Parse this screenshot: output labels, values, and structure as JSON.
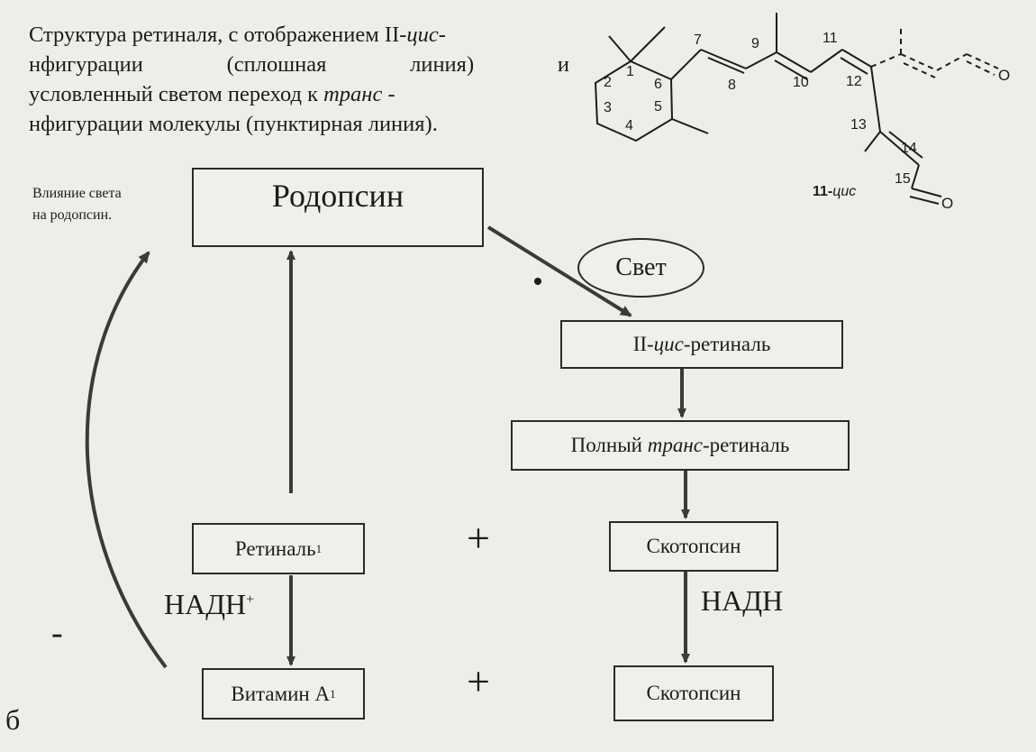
{
  "caption": {
    "line1_a": "Структура ретиналя,  с отображением II-",
    "line1_b": "цис",
    "line1_c": "-",
    "line2_words": [
      "нфигурации",
      "(сплошная",
      "линия)",
      "и"
    ],
    "line3_a": "условленный    светом  переход  к ",
    "line3_b": "транс",
    "line3_c": " -",
    "line4": "нфигурации молекулы (пунктирная линия)."
  },
  "subcaption": {
    "line1": "Влияние света",
    "line2": "на родопсин."
  },
  "structure": {
    "atom_numbers": [
      "1",
      "2",
      "3",
      "4",
      "5",
      "6",
      "7",
      "8",
      "9",
      "10",
      "11",
      "12",
      "13",
      "14",
      "15"
    ],
    "oxygen": "O",
    "cis_tag_a": "11-",
    "cis_tag_b": "цис"
  },
  "flow": {
    "rhodopsin": "Родопсин",
    "light": "Свет",
    "cis_retinal_a": "II-",
    "cis_retinal_b": "цис",
    "cis_retinal_c": "-ретиналь",
    "trans_retinal_a": "Полный ",
    "trans_retinal_b": "транс",
    "trans_retinal_c": "-ретиналь",
    "scotopsin_top": "Скотопсин",
    "scotopsin_bottom": "Скотопсин",
    "retinal1_a": "Ретиналь",
    "retinal1_sub": "1",
    "vitamin_a": "Витамин А",
    "vitamin_sub": "1",
    "nadh_plus_a": "НАДН",
    "nadh_plus_sup": "+",
    "nadh": "НАДН",
    "plus": "+",
    "minus": "-",
    "page_mark": "б"
  },
  "colors": {
    "background": "#eceee9",
    "ink": "#1c1c1c"
  }
}
